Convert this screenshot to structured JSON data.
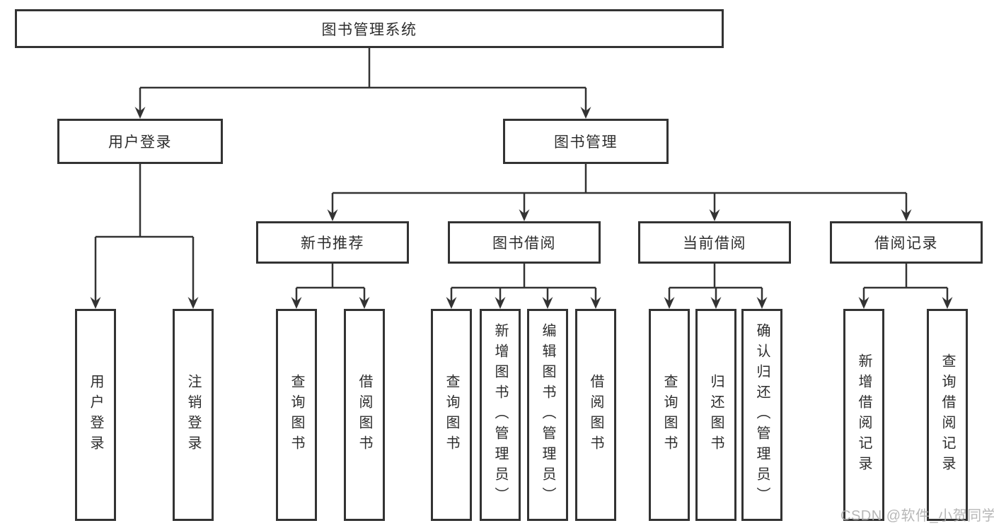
{
  "root": {
    "label": "图书管理系统",
    "children": [
      {
        "label": "用户登录",
        "children": [
          {
            "label": "用户登录"
          },
          {
            "label": "注销登录"
          }
        ]
      },
      {
        "label": "图书管理",
        "children": [
          {
            "label": "新书推荐",
            "children": [
              {
                "label": "查询图书"
              },
              {
                "label": "借阅图书"
              }
            ]
          },
          {
            "label": "图书借阅",
            "children": [
              {
                "label": "查询图书"
              },
              {
                "label": "新增图书（管理员）"
              },
              {
                "label": "编辑图书（管理员）"
              },
              {
                "label": "借阅图书"
              }
            ]
          },
          {
            "label": "当前借阅",
            "children": [
              {
                "label": "查询图书"
              },
              {
                "label": "归还图书"
              },
              {
                "label": "确认归还（管理员）"
              }
            ]
          },
          {
            "label": "借阅记录",
            "children": [
              {
                "label": "新增借阅记录"
              },
              {
                "label": "查询借阅记录"
              }
            ]
          }
        ]
      }
    ]
  },
  "watermark": "CSDN @软件_小贺同学",
  "colors": {
    "line": "#333333",
    "box_border": "#333333",
    "text": "#2d2d2d",
    "watermark_text": "#aaaaaa",
    "background": "#ffffff"
  }
}
